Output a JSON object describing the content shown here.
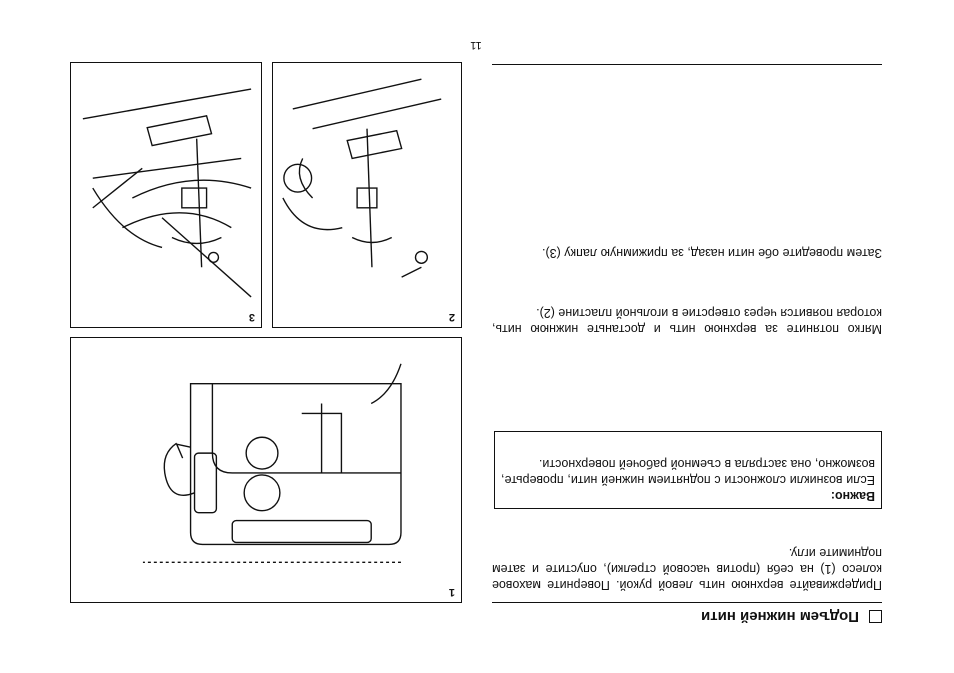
{
  "page_number": "11",
  "section": {
    "title": "Подъем нижней нити"
  },
  "paragraphs": {
    "p1": "Придерживайте верхнюю нить левой рукой. Поверните маховое колесо (1) на себя (против часовой стрелки), опустите и затем поднимите иглу.",
    "p2": "Мягко потяните за верхнюю нить и достаньте нижнюю нить, которая появится через отверстие в игольной пластине (2).",
    "p3": "Затем проведите обе нити назад, за прижимную лапку (3)."
  },
  "note": {
    "title": "Важно:",
    "body": "Если возникли сложности с поднятием нижней нити, проверьте, возможно, она застряла в съемной рабочей поверхности."
  },
  "figures": [
    {
      "label": "1",
      "icon": "sewing-machine-handwheel-illustration"
    },
    {
      "label": "2",
      "icon": "pulling-bobbin-thread-illustration"
    },
    {
      "label": "3",
      "icon": "threads-behind-presser-foot-illustration"
    }
  ]
}
